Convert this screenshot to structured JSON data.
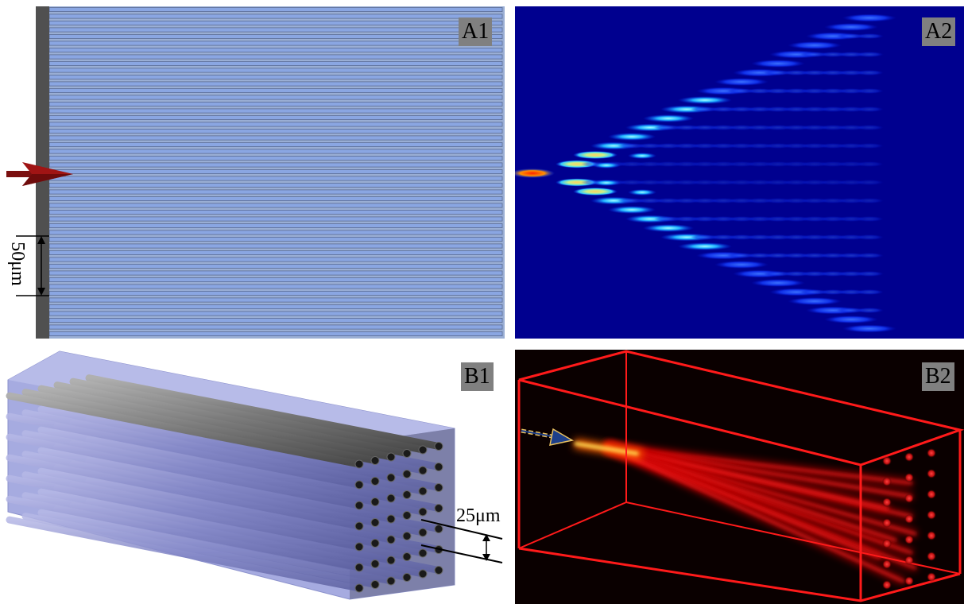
{
  "panels": {
    "a1": {
      "label": "A1",
      "scale_label": "50μm"
    },
    "a2": {
      "label": "A2"
    },
    "b1": {
      "label": "B1",
      "scale_label": "25μm"
    },
    "b2": {
      "label": "B2"
    }
  },
  "colors": {
    "waveguide_fill": "#7f9fdc",
    "waveguide_gap": "#4f5f82",
    "substrate_edge": "#505050",
    "input_arrow": "#8b1010",
    "field_background": "#00008f",
    "cladding_block": "#9da3dc",
    "rod_gray": "#7e7e7e",
    "box_red": "#ff1a1a",
    "glow_yellow": "#ffe65a",
    "probe_arrow_blue": "#1d3f8a"
  }
}
